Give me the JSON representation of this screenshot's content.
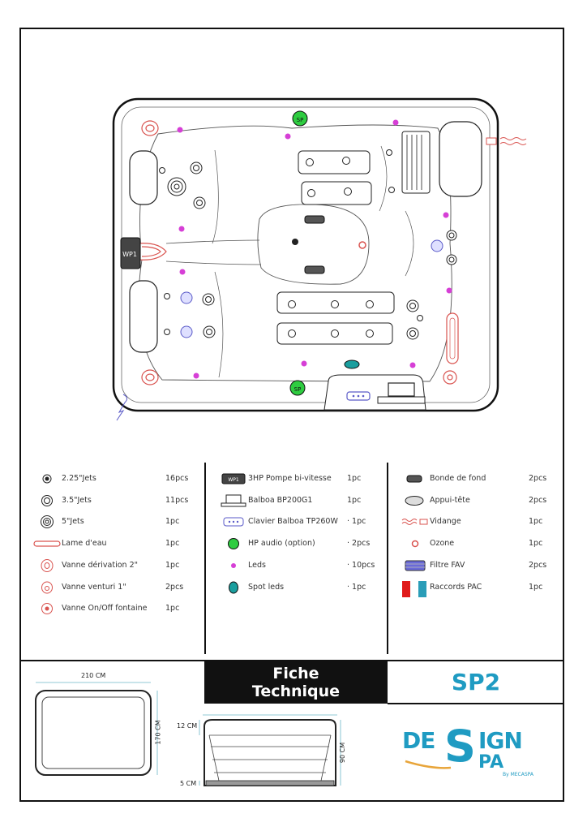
{
  "tub": {
    "badges": {
      "pump_label": "WP1",
      "audio_label": "SP"
    }
  },
  "legend": {
    "col1": [
      {
        "icon": "jet-225-icon",
        "label": "2.25\"Jets",
        "qty": "16pcs"
      },
      {
        "icon": "jet-35-icon",
        "label": "3.5\"Jets",
        "qty": "11pcs"
      },
      {
        "icon": "jet-5-icon",
        "label": "5\"Jets",
        "qty": "1pc"
      },
      {
        "icon": "water-blade-icon",
        "label": "Lame d'eau",
        "qty": "1pc"
      },
      {
        "icon": "diverter-valve-icon",
        "label": "Vanne dérivation 2\"",
        "qty": "1pc"
      },
      {
        "icon": "venturi-valve-icon",
        "label": "Vanne venturi 1\"",
        "qty": "2pcs"
      },
      {
        "icon": "fountain-valve-icon",
        "label": "Vanne On/Off fontaine",
        "qty": "1pc"
      }
    ],
    "col2": [
      {
        "icon": "pump-icon",
        "label": "3HP Pompe bi-vitesse",
        "qty": "1pc"
      },
      {
        "icon": "controller-icon",
        "label": "Balboa BP200G1",
        "qty": "1pc"
      },
      {
        "icon": "keypad-icon",
        "label": "Clavier Balboa TP260W",
        "qty": "· 1pc"
      },
      {
        "icon": "audio-icon",
        "label": "HP audio (option)",
        "qty": "· 2pcs"
      },
      {
        "icon": "led-icon",
        "label": "Leds",
        "qty": "· 10pcs"
      },
      {
        "icon": "spot-led-icon",
        "label": "Spot leds",
        "qty": "· 1pc"
      }
    ],
    "col3": [
      {
        "icon": "drain-icon",
        "label": "Bonde de fond",
        "qty": "2pcs"
      },
      {
        "icon": "headrest-icon",
        "label": "Appui-tête",
        "qty": "2pcs"
      },
      {
        "icon": "drainage-icon",
        "label": "Vidange",
        "qty": "1pc"
      },
      {
        "icon": "ozone-icon",
        "label": "Ozone",
        "qty": "1pc"
      },
      {
        "icon": "filter-icon",
        "label": "Filtre FAV",
        "qty": "2pcs"
      },
      {
        "icon": "pac-connector-icon",
        "label": "Raccords PAC",
        "qty": "1pc"
      }
    ]
  },
  "title": {
    "line1": "Fiche",
    "line2": "Technique"
  },
  "model": "SP2",
  "dimensions": {
    "length": "210 CM",
    "width": "170 CM",
    "top_rim": "12 CM",
    "height": "90 CM",
    "base": "5 CM"
  },
  "logo": {
    "word1": "DESIGN",
    "word2": "SPA",
    "tagline": "By MECASPA"
  },
  "colors": {
    "accent_blue": "#1f9bc2",
    "jet_red": "#d9534f",
    "led_magenta": "#d63fd6",
    "audio_green": "#2ecc40",
    "spot_teal": "#1a9e9e",
    "logo_orange": "#e8a53a"
  }
}
